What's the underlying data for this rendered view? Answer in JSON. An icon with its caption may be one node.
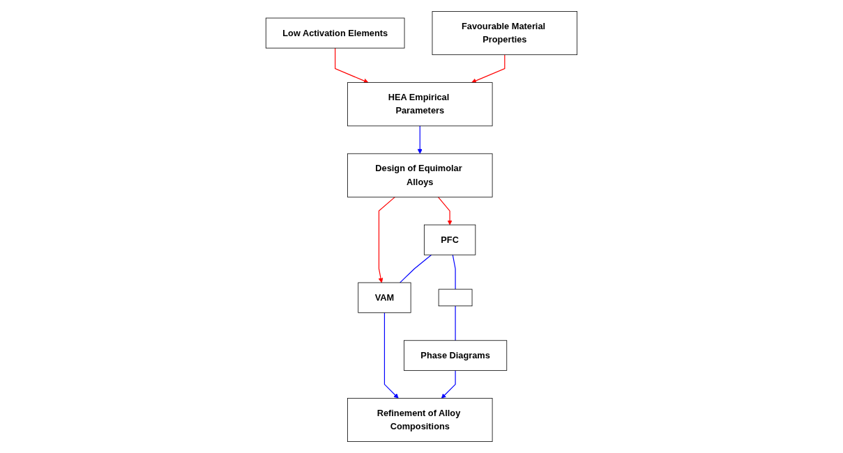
{
  "diagram": {
    "nodes": [
      {
        "text": [
          "Low Activation Elements"
        ]
      },
      {
        "text": [
          "Favourable Material Properties"
        ]
      },
      {
        "text": [
          "HEA Empirical Parameters"
        ]
      },
      {
        "text": [
          "Design of Equimolar Alloys"
        ]
      },
      {
        "text": [
          "PFC"
        ]
      },
      {
        "text": [
          "VAM"
        ]
      },
      {
        "text": [],
        "shape": "box"
      },
      {
        "text": [
          "Phase Diagrams"
        ]
      },
      {
        "text": [
          "Refinement of Alloy Compositions"
        ]
      }
    ],
    "edges": [
      {
        "from": 0,
        "to": 2,
        "arrow": "to",
        "color": "#ff0000"
      },
      {
        "from": 1,
        "to": 2,
        "arrow": "to",
        "color": "#ff0000"
      },
      {
        "from": 2,
        "to": 3,
        "arrow": "to"
      },
      {
        "from": 3,
        "to": 4,
        "arrow": "to",
        "color": "#ff0000"
      },
      {
        "from": 3,
        "to": 5,
        "arrow": "to",
        "color": "#ff0000"
      },
      {
        "from": 4,
        "to": 5,
        "arrow": "none"
      },
      {
        "from": 4,
        "to": 6,
        "arrow": "none"
      },
      {
        "from": 6,
        "to": 7,
        "arrow": "none"
      },
      {
        "from": 5,
        "to": 8,
        "arrow": "to"
      },
      {
        "from": 7,
        "to": 8,
        "arrow": "to"
      }
    ]
  }
}
